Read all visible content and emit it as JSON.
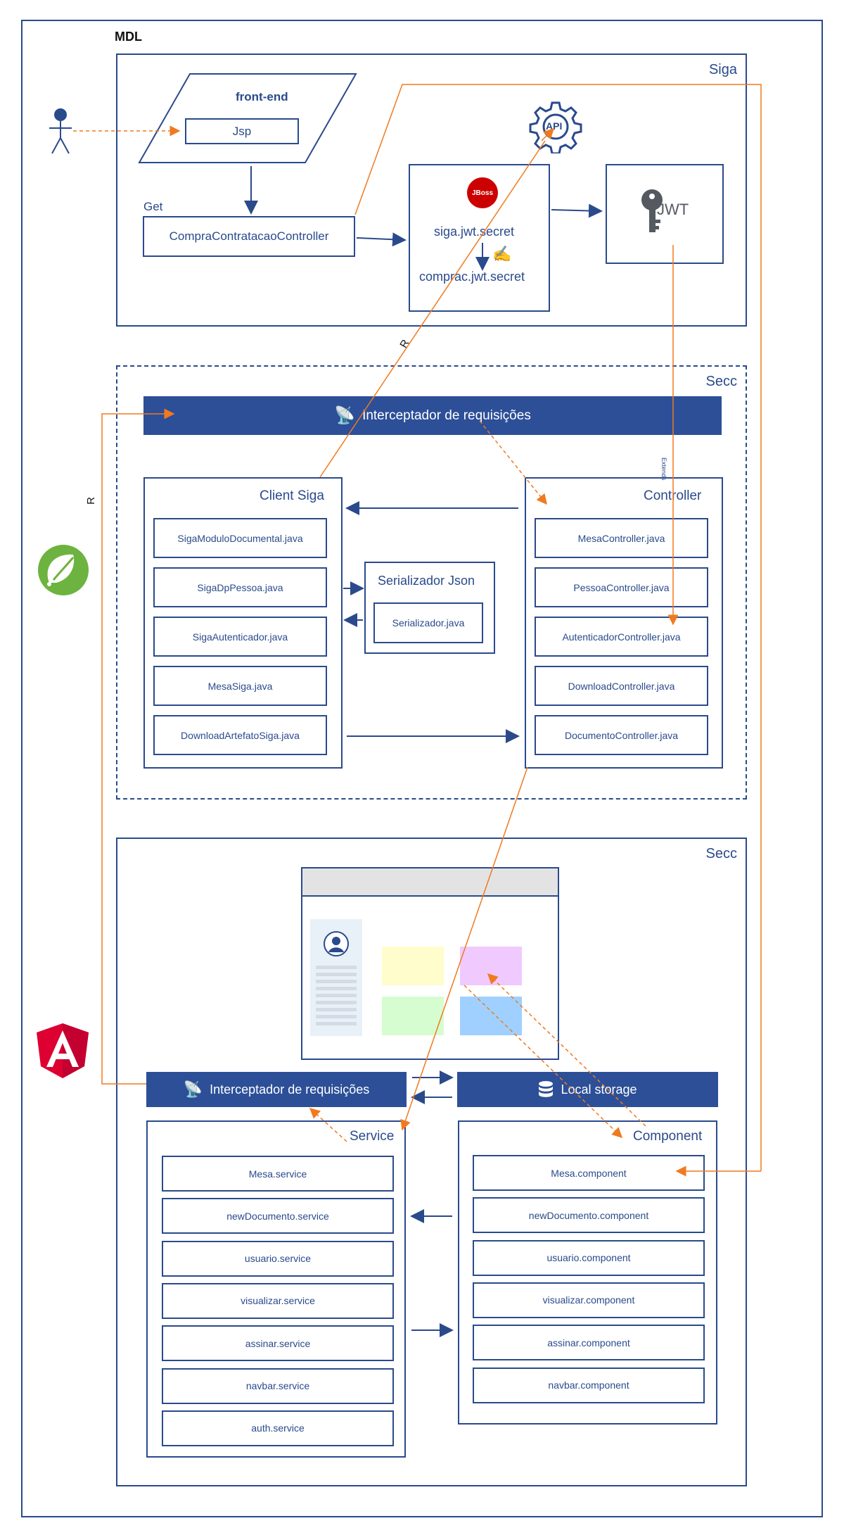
{
  "outer": {
    "title": "MDL"
  },
  "siga": {
    "title": "Siga",
    "frontend_label": "front-end",
    "jsp_label": "Jsp",
    "get_label": "Get",
    "controller_label": "CompraContratacaoController",
    "jboss_badge": "JBoss",
    "secret1": "siga.jwt.secret",
    "secret2": "comprac.jwt.secret",
    "api_label": "API",
    "jwt_label": "JWT"
  },
  "secc_backend": {
    "title": "Secc",
    "interceptor_label": "Interceptador de requisições",
    "client_title": "Client Siga",
    "client_items": [
      "SigaModuloDocumental.java",
      "SigaDpPessoa.java",
      "SigaAutenticador.java",
      "MesaSiga.java",
      "DownloadArtefatoSiga.java"
    ],
    "serializer_title": "Serializador Json",
    "serializer_item": "Serializador.java",
    "controller_title": "Controller",
    "controller_items": [
      "MesaController.java",
      "PessoaController.java",
      "AutenticadorController.java",
      "DownloadController.java",
      "DocumentoController.java"
    ],
    "extends_label": "Extends"
  },
  "secc_frontend": {
    "title": "Secc",
    "interceptor_label": "Interceptador de requisições",
    "storage_label": "Local storage",
    "service_title": "Service",
    "service_items": [
      "Mesa.service",
      "newDocumento.service",
      "usuario.service",
      "visualizar.service",
      "assinar.service",
      "navbar.service",
      "auth.service"
    ],
    "component_title": "Component",
    "component_items": [
      "Mesa.component",
      "newDocumento.component",
      "usuario.component",
      "visualizar.component",
      "assinar.component",
      "navbar.component"
    ]
  },
  "annotations": {
    "r_left": "R",
    "r_mid": "R"
  },
  "colors": {
    "primary": "#2a4a8c",
    "bar": "#2c4f98",
    "accent": "#f07a1f",
    "spring": "#6db33f",
    "angular": "#dd0031",
    "jboss": "#cc0000"
  }
}
